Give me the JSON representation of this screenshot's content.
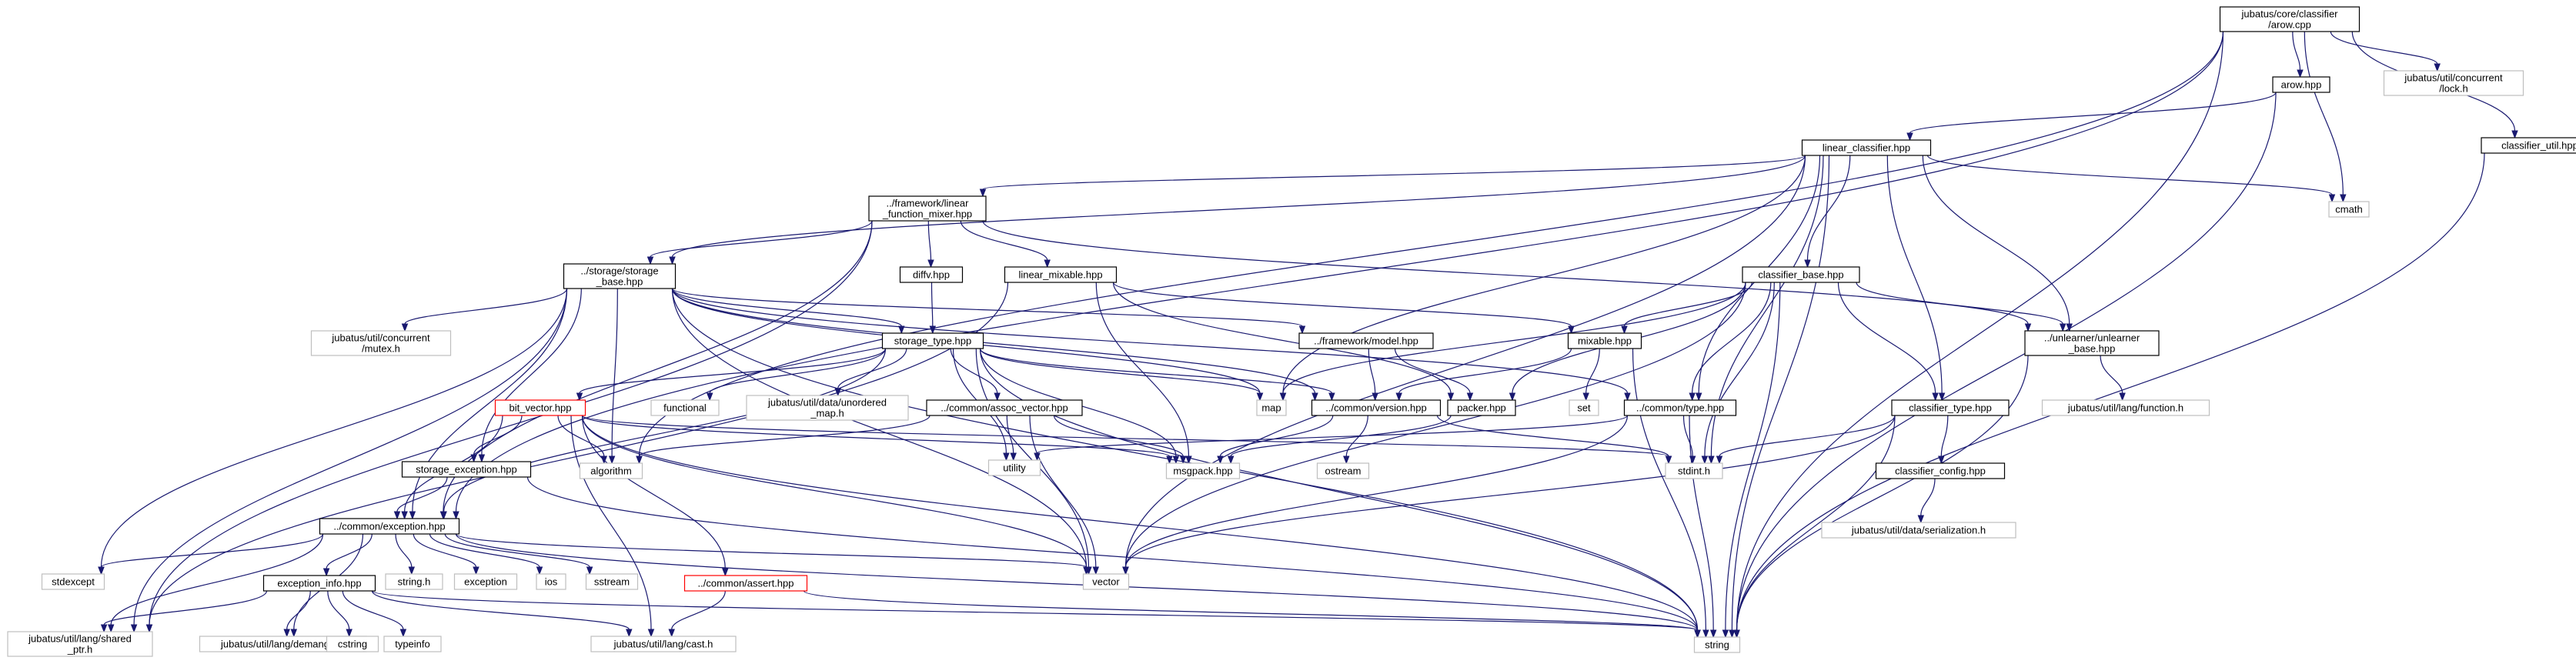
{
  "colors": {
    "root_fill": "#bfbfbf",
    "internal_border": "#000000",
    "external_border": "#bfbfbf",
    "broken_border": "#ff0000",
    "edge": "#191970"
  },
  "nodes": [
    {
      "id": "root",
      "lines": [
        "jubatus/core/classifier",
        "/arow.cpp"
      ],
      "kind": "root"
    },
    {
      "id": "arow_hpp",
      "lines": [
        "arow.hpp"
      ],
      "kind": "internal"
    },
    {
      "id": "concurrent_lock",
      "lines": [
        "jubatus/util/concurrent",
        "/lock.h"
      ],
      "kind": "external"
    },
    {
      "id": "classifier_util",
      "lines": [
        "classifier_util.hpp"
      ],
      "kind": "internal"
    },
    {
      "id": "linear_classifier",
      "lines": [
        "linear_classifier.hpp"
      ],
      "kind": "internal"
    },
    {
      "id": "cmath",
      "lines": [
        "cmath"
      ],
      "kind": "external"
    },
    {
      "id": "lfm",
      "lines": [
        "../framework/linear",
        "_function_mixer.hpp"
      ],
      "kind": "internal"
    },
    {
      "id": "diffv",
      "lines": [
        "diffv.hpp"
      ],
      "kind": "internal"
    },
    {
      "id": "linear_mixable",
      "lines": [
        "linear_mixable.hpp"
      ],
      "kind": "internal"
    },
    {
      "id": "storage_base",
      "lines": [
        "../storage/storage",
        "_base.hpp"
      ],
      "kind": "internal"
    },
    {
      "id": "classifier_base",
      "lines": [
        "classifier_base.hpp"
      ],
      "kind": "internal"
    },
    {
      "id": "unlearner_base",
      "lines": [
        "../unlearner/unlearner",
        "_base.hpp"
      ],
      "kind": "internal"
    },
    {
      "id": "concurrent_mutex",
      "lines": [
        "jubatus/util/concurrent",
        "/mutex.h"
      ],
      "kind": "external"
    },
    {
      "id": "storage_type",
      "lines": [
        "storage_type.hpp"
      ],
      "kind": "internal"
    },
    {
      "id": "framework_model",
      "lines": [
        "../framework/model.hpp"
      ],
      "kind": "internal"
    },
    {
      "id": "mixable",
      "lines": [
        "mixable.hpp"
      ],
      "kind": "internal"
    },
    {
      "id": "lang_function",
      "lines": [
        "jubatus/util/lang/function.h"
      ],
      "kind": "external"
    },
    {
      "id": "functional",
      "lines": [
        "functional"
      ],
      "kind": "external"
    },
    {
      "id": "unordered_map",
      "lines": [
        "jubatus/util/data/unordered",
        "_map.h"
      ],
      "kind": "external"
    },
    {
      "id": "map",
      "lines": [
        "map"
      ],
      "kind": "external"
    },
    {
      "id": "set",
      "lines": [
        "set"
      ],
      "kind": "external"
    },
    {
      "id": "common_type",
      "lines": [
        "../common/type.hpp"
      ],
      "kind": "internal"
    },
    {
      "id": "classifier_type",
      "lines": [
        "classifier_type.hpp"
      ],
      "kind": "internal"
    },
    {
      "id": "bit_vector",
      "lines": [
        "bit_vector.hpp"
      ],
      "kind": "broken"
    },
    {
      "id": "assoc_vector",
      "lines": [
        "../common/assoc_vector.hpp"
      ],
      "kind": "internal"
    },
    {
      "id": "common_version",
      "lines": [
        "../common/version.hpp"
      ],
      "kind": "internal"
    },
    {
      "id": "packer",
      "lines": [
        "packer.hpp"
      ],
      "kind": "internal"
    },
    {
      "id": "utility",
      "lines": [
        "utility"
      ],
      "kind": "external"
    },
    {
      "id": "storage_exception",
      "lines": [
        "storage_exception.hpp"
      ],
      "kind": "internal"
    },
    {
      "id": "algorithm",
      "lines": [
        "algorithm"
      ],
      "kind": "external"
    },
    {
      "id": "ostream",
      "lines": [
        "ostream"
      ],
      "kind": "external"
    },
    {
      "id": "msgpack",
      "lines": [
        "msgpack.hpp"
      ],
      "kind": "external"
    },
    {
      "id": "stdint",
      "lines": [
        "stdint.h"
      ],
      "kind": "external"
    },
    {
      "id": "classifier_config",
      "lines": [
        "classifier_config.hpp"
      ],
      "kind": "internal"
    },
    {
      "id": "common_exception",
      "lines": [
        "../common/exception.hpp"
      ],
      "kind": "internal"
    },
    {
      "id": "serialization",
      "lines": [
        "jubatus/util/data/serialization.h"
      ],
      "kind": "external"
    },
    {
      "id": "stdexcept",
      "lines": [
        "stdexcept"
      ],
      "kind": "external"
    },
    {
      "id": "exception_info",
      "lines": [
        "exception_info.hpp"
      ],
      "kind": "internal"
    },
    {
      "id": "string_h",
      "lines": [
        "string.h"
      ],
      "kind": "external"
    },
    {
      "id": "exception",
      "lines": [
        "exception"
      ],
      "kind": "external"
    },
    {
      "id": "ios",
      "lines": [
        "ios"
      ],
      "kind": "external"
    },
    {
      "id": "sstream",
      "lines": [
        "sstream"
      ],
      "kind": "external"
    },
    {
      "id": "vector",
      "lines": [
        "vector"
      ],
      "kind": "external"
    },
    {
      "id": "common_assert",
      "lines": [
        "../common/assert.hpp"
      ],
      "kind": "broken"
    },
    {
      "id": "shared_ptr",
      "lines": [
        "jubatus/util/lang/shared",
        "_ptr.h"
      ],
      "kind": "external"
    },
    {
      "id": "demangle",
      "lines": [
        "jubatus/util/lang/demangle.h"
      ],
      "kind": "external"
    },
    {
      "id": "cstring",
      "lines": [
        "cstring"
      ],
      "kind": "external"
    },
    {
      "id": "typeinfo",
      "lines": [
        "typeinfo"
      ],
      "kind": "external"
    },
    {
      "id": "lang_cast",
      "lines": [
        "jubatus/util/lang/cast.h"
      ],
      "kind": "external"
    },
    {
      "id": "string",
      "lines": [
        "string"
      ],
      "kind": "external"
    }
  ],
  "edges": [
    [
      "root",
      "arow_hpp"
    ],
    [
      "root",
      "concurrent_lock"
    ],
    [
      "root",
      "classifier_util"
    ],
    [
      "root",
      "cmath"
    ],
    [
      "root",
      "string"
    ],
    [
      "root",
      "common_exception"
    ],
    [
      "root",
      "algorithm"
    ],
    [
      "arow_hpp",
      "linear_classifier"
    ],
    [
      "arow_hpp",
      "string"
    ],
    [
      "classifier_util",
      "string"
    ],
    [
      "linear_classifier",
      "lfm"
    ],
    [
      "linear_classifier",
      "storage_base"
    ],
    [
      "linear_classifier",
      "classifier_base"
    ],
    [
      "linear_classifier",
      "unlearner_base"
    ],
    [
      "linear_classifier",
      "common_type"
    ],
    [
      "linear_classifier",
      "classifier_type"
    ],
    [
      "linear_classifier",
      "cmath"
    ],
    [
      "linear_classifier",
      "map"
    ],
    [
      "linear_classifier",
      "vector"
    ],
    [
      "linear_classifier",
      "stdint"
    ],
    [
      "linear_classifier",
      "string"
    ],
    [
      "lfm",
      "diffv"
    ],
    [
      "lfm",
      "linear_mixable"
    ],
    [
      "lfm",
      "storage_base"
    ],
    [
      "lfm",
      "unlearner_base"
    ],
    [
      "lfm",
      "common_exception"
    ],
    [
      "lfm",
      "shared_ptr"
    ],
    [
      "diffv",
      "storage_type"
    ],
    [
      "linear_mixable",
      "mixable"
    ],
    [
      "linear_mixable",
      "packer"
    ],
    [
      "linear_mixable",
      "msgpack"
    ],
    [
      "linear_mixable",
      "shared_ptr"
    ],
    [
      "storage_base",
      "storage_type"
    ],
    [
      "storage_base",
      "concurrent_mutex"
    ],
    [
      "storage_base",
      "framework_model"
    ],
    [
      "storage_base",
      "common_version"
    ],
    [
      "storage_base",
      "common_type"
    ],
    [
      "storage_base",
      "storage_exception"
    ],
    [
      "storage_base",
      "common_exception"
    ],
    [
      "storage_base",
      "map"
    ],
    [
      "storage_base",
      "algorithm"
    ],
    [
      "storage_base",
      "stdexcept"
    ],
    [
      "storage_base",
      "vector"
    ],
    [
      "storage_base",
      "string"
    ],
    [
      "storage_base",
      "shared_ptr"
    ],
    [
      "classifier_base",
      "unlearner_base"
    ],
    [
      "classifier_base",
      "mixable"
    ],
    [
      "classifier_base",
      "common_type"
    ],
    [
      "classifier_base",
      "classifier_type"
    ],
    [
      "classifier_base",
      "packer"
    ],
    [
      "classifier_base",
      "map"
    ],
    [
      "classifier_base",
      "stdint"
    ],
    [
      "classifier_base",
      "string"
    ],
    [
      "classifier_base",
      "vector"
    ],
    [
      "unlearner_base",
      "lang_function"
    ],
    [
      "unlearner_base",
      "string"
    ],
    [
      "storage_type",
      "bit_vector"
    ],
    [
      "storage_type",
      "assoc_vector"
    ],
    [
      "storage_type",
      "common_version"
    ],
    [
      "storage_type",
      "functional"
    ],
    [
      "storage_type",
      "unordered_map"
    ],
    [
      "storage_type",
      "map"
    ],
    [
      "storage_type",
      "utility"
    ],
    [
      "storage_type",
      "msgpack"
    ],
    [
      "storage_type",
      "vector"
    ],
    [
      "storage_type",
      "string"
    ],
    [
      "storage_type",
      "common_exception"
    ],
    [
      "framework_model",
      "common_version"
    ],
    [
      "framework_model",
      "packer"
    ],
    [
      "mixable",
      "common_version"
    ],
    [
      "mixable",
      "set"
    ],
    [
      "mixable",
      "string"
    ],
    [
      "common_type",
      "stdint"
    ],
    [
      "common_type",
      "vector"
    ],
    [
      "common_type",
      "string"
    ],
    [
      "common_type",
      "utility"
    ],
    [
      "classifier_type",
      "classifier_config"
    ],
    [
      "classifier_type",
      "stdint"
    ],
    [
      "classifier_type",
      "vector"
    ],
    [
      "classifier_type",
      "string"
    ],
    [
      "bit_vector",
      "storage_exception"
    ],
    [
      "bit_vector",
      "common_exception"
    ],
    [
      "bit_vector",
      "common_assert"
    ],
    [
      "bit_vector",
      "algorithm"
    ],
    [
      "bit_vector",
      "msgpack"
    ],
    [
      "bit_vector",
      "stdint"
    ],
    [
      "bit_vector",
      "vector"
    ],
    [
      "bit_vector",
      "string"
    ],
    [
      "bit_vector",
      "lang_cast"
    ],
    [
      "assoc_vector",
      "algorithm"
    ],
    [
      "assoc_vector",
      "utility"
    ],
    [
      "assoc_vector",
      "vector"
    ],
    [
      "assoc_vector",
      "msgpack"
    ],
    [
      "common_version",
      "msgpack"
    ],
    [
      "common_version",
      "ostream"
    ],
    [
      "common_version",
      "stdint"
    ],
    [
      "packer",
      "msgpack"
    ],
    [
      "storage_exception",
      "common_exception"
    ],
    [
      "storage_exception",
      "string"
    ],
    [
      "classifier_config",
      "serialization"
    ],
    [
      "common_exception",
      "stdexcept"
    ],
    [
      "common_exception",
      "exception_info"
    ],
    [
      "common_exception",
      "string_h"
    ],
    [
      "common_exception",
      "exception"
    ],
    [
      "common_exception",
      "ios"
    ],
    [
      "common_exception",
      "sstream"
    ],
    [
      "common_exception",
      "vector"
    ],
    [
      "common_exception",
      "string"
    ],
    [
      "common_exception",
      "shared_ptr"
    ],
    [
      "common_exception",
      "demangle"
    ],
    [
      "exception_info",
      "shared_ptr"
    ],
    [
      "exception_info",
      "demangle"
    ],
    [
      "exception_info",
      "cstring"
    ],
    [
      "exception_info",
      "typeinfo"
    ],
    [
      "exception_info",
      "lang_cast"
    ],
    [
      "exception_info",
      "string"
    ],
    [
      "common_assert",
      "lang_cast"
    ],
    [
      "common_assert",
      "string"
    ]
  ]
}
